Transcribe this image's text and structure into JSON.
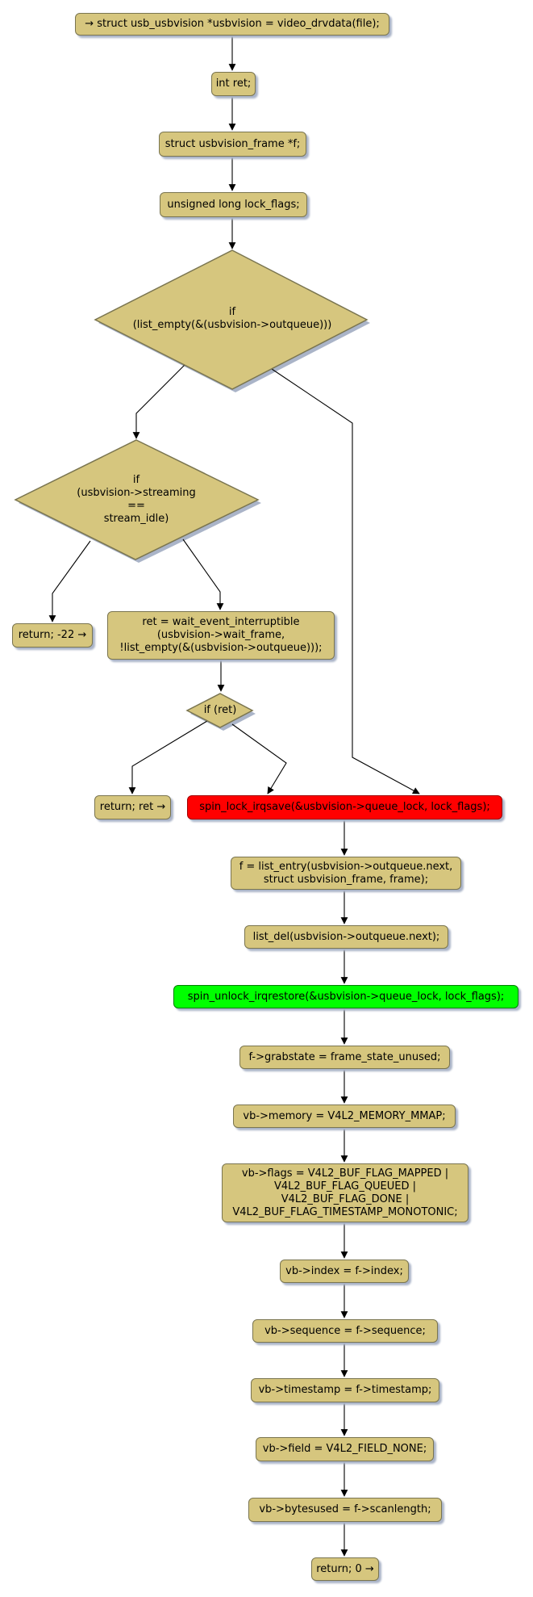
{
  "diagram": {
    "type": "flowchart",
    "nodes": [
      {
        "id": "start",
        "label": "→ struct usb_usbvision *usbvision = video_drvdata(file);"
      },
      {
        "id": "decl-ret",
        "label": "int ret;"
      },
      {
        "id": "decl-frame",
        "label": "struct usbvision_frame *f;"
      },
      {
        "id": "decl-lock-flags",
        "label": "unsigned long lock_flags;"
      },
      {
        "id": "if-list-empty",
        "label": "if\n(list_empty(&(usbvision->outqueue)))"
      },
      {
        "id": "if-streaming",
        "label": "if\n(usbvision->streaming\n==\nstream_idle)"
      },
      {
        "id": "return-einval",
        "label": "return; -22 →"
      },
      {
        "id": "wait-event",
        "label": "ret = wait_event_interruptible\n(usbvision->wait_frame,\n!list_empty(&(usbvision->outqueue)));"
      },
      {
        "id": "if-ret",
        "label": "if (ret)"
      },
      {
        "id": "return-ret",
        "label": "return; ret →"
      },
      {
        "id": "spin-lock",
        "label": "spin_lock_irqsave(&usbvision->queue_lock, lock_flags);",
        "fill": "#ff0000"
      },
      {
        "id": "list-entry",
        "label": "f = list_entry(usbvision->outqueue.next,\nstruct usbvision_frame, frame);"
      },
      {
        "id": "list-del",
        "label": "list_del(usbvision->outqueue.next);"
      },
      {
        "id": "spin-unlock",
        "label": "spin_unlock_irqrestore(&usbvision->queue_lock, lock_flags);",
        "fill": "#00ff00"
      },
      {
        "id": "grabstate",
        "label": "f->grabstate = frame_state_unused;"
      },
      {
        "id": "vb-memory",
        "label": "vb->memory = V4L2_MEMORY_MMAP;"
      },
      {
        "id": "vb-flags",
        "label": "vb->flags = V4L2_BUF_FLAG_MAPPED |\nV4L2_BUF_FLAG_QUEUED |\nV4L2_BUF_FLAG_DONE |\nV4L2_BUF_FLAG_TIMESTAMP_MONOTONIC;"
      },
      {
        "id": "vb-index",
        "label": "vb->index = f->index;"
      },
      {
        "id": "vb-sequence",
        "label": "vb->sequence = f->sequence;"
      },
      {
        "id": "vb-timestamp",
        "label": "vb->timestamp = f->timestamp;"
      },
      {
        "id": "vb-field",
        "label": "vb->field = V4L2_FIELD_NONE;"
      },
      {
        "id": "vb-bytesused",
        "label": "vb->bytesused = f->scanlength;"
      },
      {
        "id": "return-zero",
        "label": "return; 0 →"
      }
    ],
    "colors": {
      "node_fill": "#d6c67e",
      "node_border": "#7a7550",
      "highlight_red": "#ff0000",
      "highlight_red_border": "#a00000",
      "highlight_green": "#00ff00",
      "highlight_green_border": "#008000",
      "shadow": "#aab4c8",
      "edge": "#000000"
    }
  }
}
